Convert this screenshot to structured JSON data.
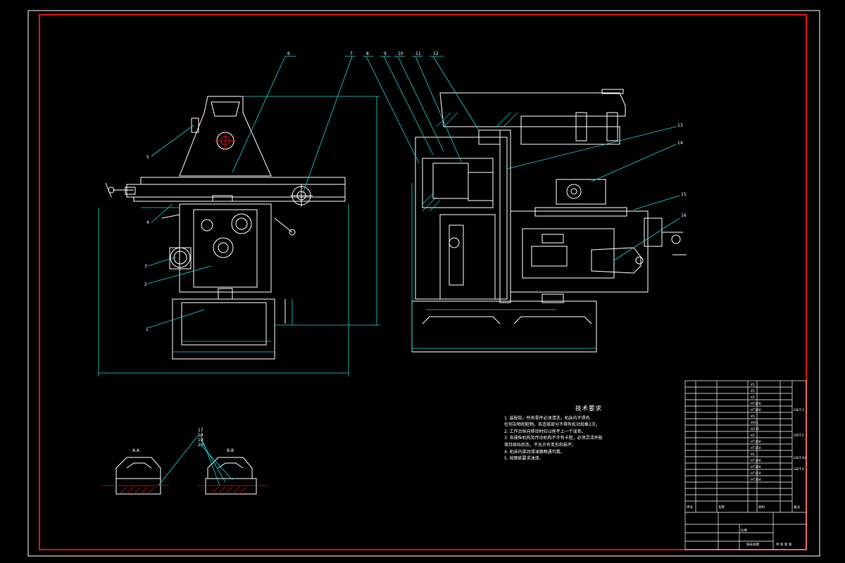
{
  "drawing": {
    "balloons": [
      "1",
      "2",
      "3",
      "4",
      "5",
      "6",
      "7",
      "8",
      "9",
      "10",
      "11",
      "12",
      "13",
      "14",
      "15",
      "16"
    ],
    "section_labels": {
      "a": "A-A",
      "b": "B-B"
    },
    "section_balloons": [
      "17",
      "18",
      "19",
      "20"
    ]
  },
  "tech_req": {
    "title": "技术要求",
    "lines": [
      "1. 装配前，所有零件必须清洗，机床内不得有",
      "任何杂物和脏物。各连接部分不得有松动现象2次。",
      "2. 工作台纵向移动时应以拖平上一个误差。",
      "3. 各操纵机构及传动机构不许有卡阻，必须灵活并能",
      "保持原始状态，不允许有变形和损坏。",
      "4. 机床内部润滑油路畅通可靠。",
      "5. 按图纸要求油漆。"
    ]
  },
  "title_block": {
    "parts_material": [
      "45",
      "45",
      "45",
      "HT200",
      "HT200",
      "45",
      "40Cr",
      "Q235",
      "45",
      "HT200",
      "HT150",
      "45",
      "HT200",
      "HT200",
      "HT150",
      "HT200"
    ],
    "notes": [
      "GB/T-3",
      "GB/T-5",
      "GB/T-42",
      "GB/T-4"
    ],
    "labels": {
      "seq": "序号",
      "name": "名称",
      "material": "材料",
      "remark": "备注",
      "scale": "比例",
      "drawing": "铣床总图",
      "sheet": "共 张 第 张"
    }
  }
}
